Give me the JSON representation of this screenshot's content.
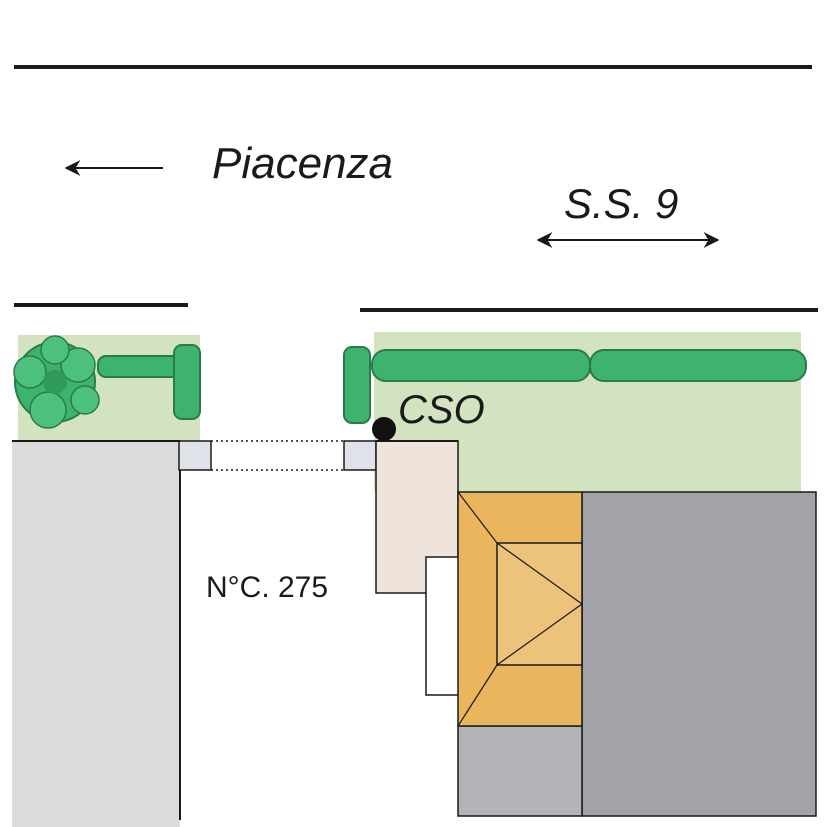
{
  "labels": {
    "direction": "Piacenza",
    "road": "S.S. 9",
    "point": "CSO",
    "address": "N°C. 275"
  },
  "colors": {
    "background": "#ffffff",
    "road_line": "#1a1a1a",
    "grass": "#d3e3c0",
    "hedge": "#3db36e",
    "hedge_stroke": "#2a7a4c",
    "building_left": "#dcdcdc",
    "building_right": "#a2a3a7",
    "building_lower": "#b3b4b8",
    "roof_orange": "#ebb55e",
    "roof_inner": "#edc27a",
    "annex": "#efe4dc",
    "gate_post": "#dfe2e8",
    "white": "#ffffff"
  }
}
